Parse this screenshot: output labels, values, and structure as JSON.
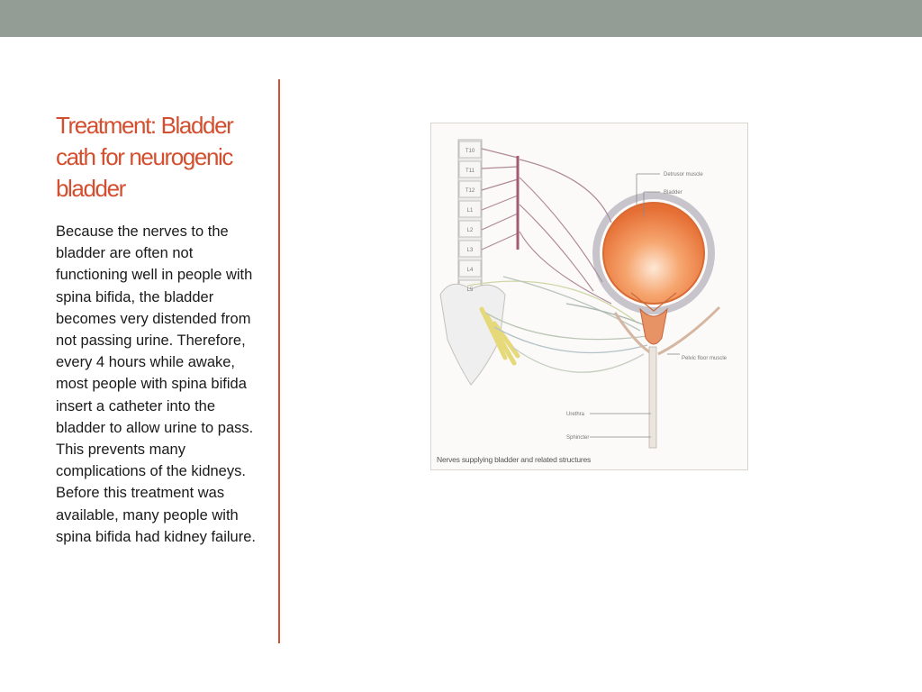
{
  "slide": {
    "title": "Treatment: Bladder cath for neurogenic bladder",
    "body": "Because the nerves to the bladder are often not functioning well in people with spina bifida, the bladder becomes very distended from not passing urine.  Therefore, every 4 hours while awake, most people with spina bifida insert a catheter into the bladder to allow urine to pass.  This prevents many complications of the kidneys.  Before this treatment was available, many people with spina bifida had kidney failure."
  },
  "figure": {
    "vertebra_labels": [
      "T10",
      "T11",
      "T12",
      "L1",
      "L2",
      "L3",
      "L4",
      "L5"
    ],
    "labels": {
      "detrusor": "Detrusor muscle",
      "bladder": "Bladder",
      "pelvic_floor": "Pelvic floor muscle",
      "urethra": "Urethra",
      "sphincter": "Sphincter"
    },
    "caption": "Nerves supplying bladder and related structures"
  },
  "colors": {
    "top_bar": "#939d96",
    "accent": "#d34f2f",
    "bladder": "#f08a4b"
  }
}
